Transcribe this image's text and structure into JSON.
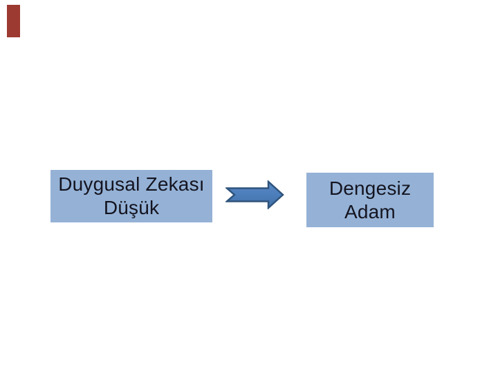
{
  "slide": {
    "background_color": "#ffffff",
    "accent_bar": {
      "color": "#9c3931"
    },
    "left_box": {
      "line1": "Duygusal Zekası",
      "line2": "Düşük",
      "fill_color": "#95b2d6",
      "text_color": "#141420"
    },
    "arrow": {
      "shape": "notched-right-arrow",
      "fill_color": "#4c7ebb",
      "border_color": "#2f547c"
    },
    "right_box": {
      "line1": "Dengesiz",
      "line2": "Adam",
      "fill_color": "#95b2d6",
      "text_color": "#141420"
    }
  }
}
